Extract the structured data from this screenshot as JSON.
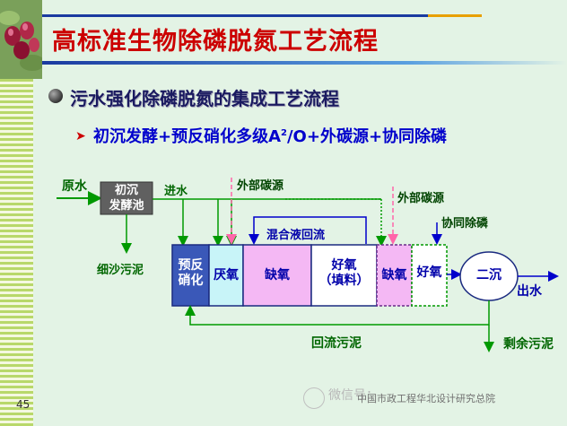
{
  "slide": {
    "title": "高标准生物除磷脱氮工艺流程",
    "heading": "污水强化除磷脱氮的集成工艺流程",
    "subheading_pre": "初沉发酵+预反硝化多级A",
    "subheading_sup": "2",
    "subheading_post": "/O+外碳源+协同除磷",
    "page_number": "45"
  },
  "diagram": {
    "raw_water": "原水",
    "primary_tank_line1": "初沉",
    "primary_tank_line2": "发酵池",
    "inflow": "进水",
    "fine_sludge": "细沙污泥",
    "external_carbon_1": "外部碳源",
    "external_carbon_2": "外部碳源",
    "co_phosphorus": "协同除磷",
    "mixed_recycle": "混合液回流",
    "pre_denit_line1": "预反",
    "pre_denit_line2": "硝化",
    "anaerobic": "厌氧",
    "anoxic_1": "缺氧",
    "aerobic_line1": "好氧",
    "aerobic_line2": "（填料）",
    "anoxic_2": "缺氧",
    "aerobic_2": "好氧",
    "secondary_clarifier": "二沉",
    "effluent": "出水",
    "return_sludge": "回流污泥",
    "excess_sludge": "剩余污泥"
  },
  "watermark": {
    "text": "微信号：",
    "org": "中国市政工程华北设计研究总院"
  },
  "colors": {
    "title_red": "#cc0000",
    "flow_blue": "#0000cc",
    "flow_green": "#009900",
    "pink": "#ff66aa"
  }
}
